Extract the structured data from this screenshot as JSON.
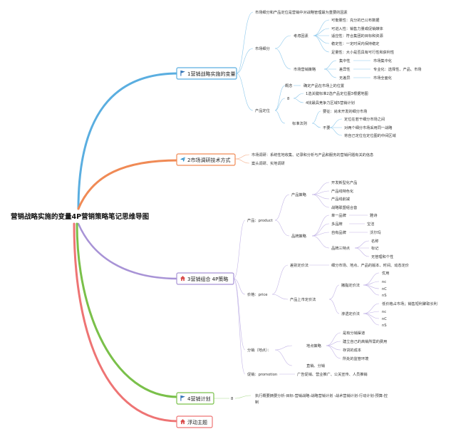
{
  "root": "营销战略实施的变量4P营销策略笔记思维导图",
  "colors": {
    "branch1": "#5aaee0",
    "branch2": "#f08a55",
    "branch3": "#a893d6",
    "branch4": "#7ac04a",
    "branch5": "#ee7474"
  },
  "topics": [
    {
      "label": "1营销战略实施的变量",
      "icon": "flag-icon",
      "color": "#5aaee0"
    },
    {
      "label": "2市场调研技术方式",
      "icon": "paper-plane-icon",
      "color": "#f08a55"
    },
    {
      "label": "3营销组合 4P策略",
      "icon": "home-icon",
      "color": "#a893d6"
    },
    {
      "label": "4营销计划",
      "icon": "flag-icon",
      "color": "#7ac04a"
    },
    {
      "label": "浮动主题",
      "icon": "home-icon",
      "color": "#ee7474"
    }
  ],
  "b1": {
    "intro": "市场细分和产品定位是营销中对战略管理最为重要的因素",
    "seg": "市场细分",
    "factors": "考虑因素",
    "factor_items": [
      "可衡量性：充分的已公布数据",
      "可进入性：销售力量或促销媒体",
      "适应性：符合集团的目标和资源",
      "稳定性：一定时间内保持稳定",
      "足量性：大小是否具有可行性和获利性"
    ],
    "strategy": "市场营销策略",
    "strat_items": [
      {
        "a": "集中性",
        "b": "市场集中化"
      },
      {
        "a": "差异性",
        "b": "专业化：选择性、产品、市场"
      },
      {
        "a": "无差异",
        "b": "市场全面化"
      }
    ],
    "position": "产品定位",
    "concept": "概念",
    "concept_text": "确定产品在市场上的位置",
    "steps": "8",
    "steps_items": [
      "1选关键标准2选产品定位图3根据地图",
      "4找最具竞争力区域5营销计划"
    ],
    "criteria": "标准法则",
    "criteria_item": "要征：尚未开发的细分市场",
    "nots": "不要",
    "nots_items": [
      "定位在若干细分市场之间",
      "对两个细分市场采用同一战略",
      "将自己定位在定位图的中间区域"
    ]
  },
  "b2": {
    "items": [
      "市场调研：系统性地收集、记录和分析与产品和服务的营销问题有关的信息",
      "案头调研、实地调研"
    ]
  },
  "b3": {
    "product": "产品：product",
    "product_strategy": "产品策略",
    "product_strategy_items": [
      "开发新型化产品",
      "产品线特色化",
      "产品线削减",
      "战略联盟组合音"
    ],
    "brand": "品牌策略",
    "brand_items": [
      {
        "a": "单一品牌",
        "b": "雅诗"
      },
      {
        "a": "多品牌",
        "b": "宝洁"
      },
      {
        "a": "自有品牌",
        "b": "沃尔玛"
      }
    ],
    "brand_three": "品牌三特点",
    "brand_three_items": [
      "名称",
      "标记",
      "无管理和个性"
    ],
    "price": "价格：price",
    "price_diff": "差别定价法",
    "price_diff_text": "细分市场、地点、产品的版本、时间、动态定价",
    "price_new": "产品上市定价法",
    "skim": "撇脂定价法",
    "skim_items": [
      "优用",
      "nc",
      "nC",
      "nS"
    ],
    "penetrate": "渗透定价法",
    "penetrate_text": "低价格占市场；销售短利聚取长利",
    "penetrate_items": [
      "nc",
      "nC",
      "nS"
    ],
    "place": "分销（地点）：",
    "channel": "地点策略",
    "channel_items": [
      "是有分销渠道",
      "建立自己的高销所需的费用",
      "存货的成本",
      "所处的监管环境"
    ],
    "channel_extra": "直销、分销",
    "promo": "促销：promotion",
    "promo_text": "广告促销、营业推广、公关宣传、人员推销"
  },
  "b4": {
    "connector": "8",
    "text_lines": [
      "执行概要摘要分析-目标-营销战略-战略营销计划 -战术营销计划-行动计划-预算-控",
      "制"
    ]
  }
}
